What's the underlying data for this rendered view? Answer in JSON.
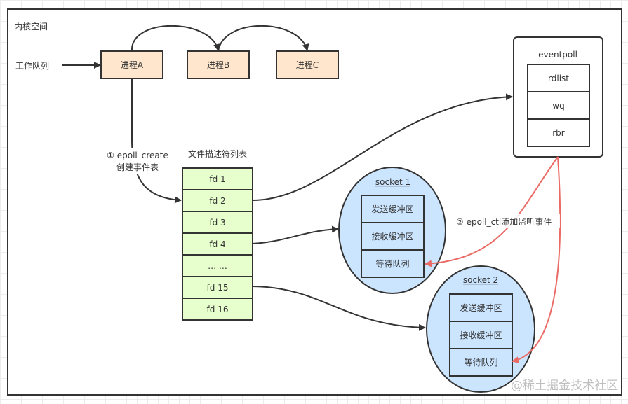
{
  "kernel_space_label": "内核空间",
  "work_queue_label": "工作队列",
  "processes": [
    "进程A",
    "进程B",
    "进程C"
  ],
  "eventpoll": {
    "title": "eventpoll",
    "fields": [
      "rdlist",
      "wq",
      "rbr"
    ]
  },
  "fd_table": {
    "title": "文件描述符列表",
    "rows": [
      "fd 1",
      "fd 2",
      "fd 3",
      "fd 4",
      "… …",
      "fd 15",
      "fd 16"
    ]
  },
  "sockets": [
    {
      "name": "socket 1",
      "fields": [
        "发送缓冲区",
        "接收缓冲区",
        "等待队列"
      ]
    },
    {
      "name": "socket 2",
      "fields": [
        "发送缓冲区",
        "接收缓冲区",
        "等待队列"
      ]
    }
  ],
  "steps": {
    "epoll_create_line1": "① epoll_create",
    "epoll_create_line2": "创建事件表",
    "epoll_ctl": "② epoll_ctl添加监听事件"
  },
  "colors": {
    "process_fill": "#ffe6cc",
    "fd_fill": "#e6ffcc",
    "socket_fill": "#cce5ff",
    "red_arrow": "#ea6b66",
    "stroke": "#333333"
  },
  "watermark": "@稀土掘金技术社区"
}
